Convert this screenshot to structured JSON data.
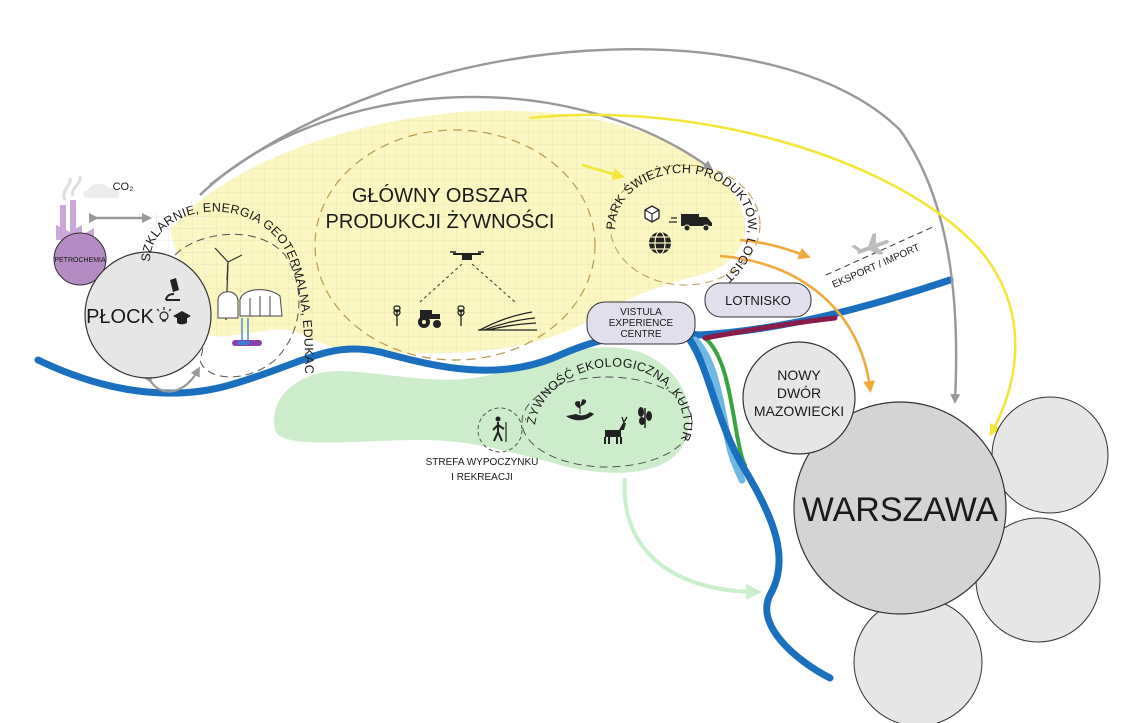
{
  "labels": {
    "plock": "PŁOCK",
    "petrochemia": "PETROCHEMIA",
    "co2": "CO₂",
    "main_area_line1": "GŁÓWNY OBSZAR",
    "main_area_line2": "PRODUKCJI ŻYWNOŚCI",
    "greenhouse_arc": "SZKLARNIE, ENERGIA GEOTERMALNA, EDUKACJA",
    "fresh_park_arc": "PARK ŚWIEŻYCH PRODUKTÓW, LOGISTYKA, BIZNES",
    "eco_arc": "ŻYWNOŚĆ EKOLOGICZNA, KULTURA, EDUKACJA",
    "leisure_line1": "STREFA WYPOCZYNKU",
    "leisure_line2": "I REKREACJI",
    "vistula_line1": "VISTULA",
    "vistula_line2": "EXPERIENCE",
    "vistula_line3": "CENTRE",
    "lotnisko": "LOTNISKO",
    "export_import": "EKSPORT / IMPORT",
    "nowy_line1": "NOWY",
    "nowy_line2": "DWÓR",
    "nowy_line3": "MAZOWIECKI",
    "warszawa": "WARSZAWA"
  },
  "icons": [
    "factory-icon",
    "microscope-icon",
    "lightbulb-icon",
    "graduation-cap-icon",
    "wind-turbine-icon",
    "greenhouse-icon",
    "geothermal-pipe-icon",
    "drone-icon",
    "wheat-icon",
    "tractor-icon",
    "field-furrows-icon",
    "package-icon",
    "delivery-truck-icon",
    "globe-icon",
    "airplane-icon",
    "hiker-icon",
    "hand-seedling-icon",
    "deer-icon",
    "plant-icon"
  ],
  "colors": {
    "production_zone": "#fbf7c2",
    "leisure_zone": "#cdeccb",
    "river": "#1a6fbf",
    "river_light": "#6fb8e3",
    "green_bank": "#3aa342",
    "rail": "#8a1c49",
    "arrow_grey": "#999999",
    "arrow_yellow": "#f3e63a",
    "arrow_orange": "#f2a93b",
    "arrow_light_green": "#c9efcd",
    "petrochemia": "#b48bc3",
    "circle_fill": "#e6e6e6",
    "circle_warsaw": "#d4d4d4"
  }
}
